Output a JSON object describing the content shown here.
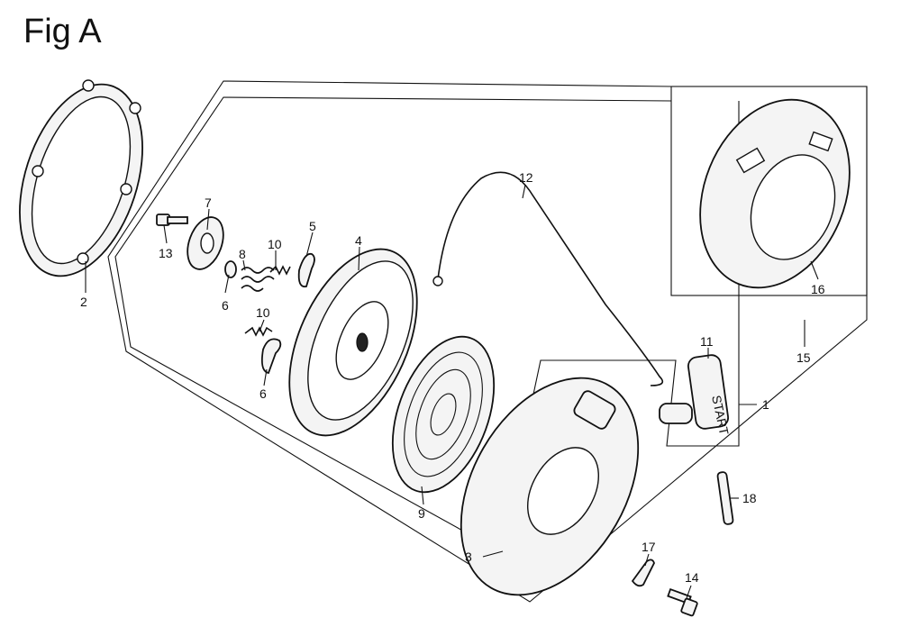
{
  "figure": {
    "title": "Fig A"
  },
  "callouts": [
    {
      "id": "c1",
      "label": "1"
    },
    {
      "id": "c2",
      "label": "2"
    },
    {
      "id": "c3",
      "label": "3"
    },
    {
      "id": "c4",
      "label": "4"
    },
    {
      "id": "c5a",
      "label": "5"
    },
    {
      "id": "c5b",
      "label": "5"
    },
    {
      "id": "c6a",
      "label": "6"
    },
    {
      "id": "c6b",
      "label": "6"
    },
    {
      "id": "c7",
      "label": "7"
    },
    {
      "id": "c8",
      "label": "8"
    },
    {
      "id": "c9",
      "label": "9"
    },
    {
      "id": "c10a",
      "label": "10"
    },
    {
      "id": "c10b",
      "label": "10"
    },
    {
      "id": "c11",
      "label": "11"
    },
    {
      "id": "c12",
      "label": "12"
    },
    {
      "id": "c13",
      "label": "13"
    },
    {
      "id": "c14",
      "label": "14"
    },
    {
      "id": "c15",
      "label": "15"
    },
    {
      "id": "c16",
      "label": "16"
    },
    {
      "id": "c17",
      "label": "17"
    },
    {
      "id": "c18",
      "label": "18"
    }
  ],
  "handle_text": "START"
}
